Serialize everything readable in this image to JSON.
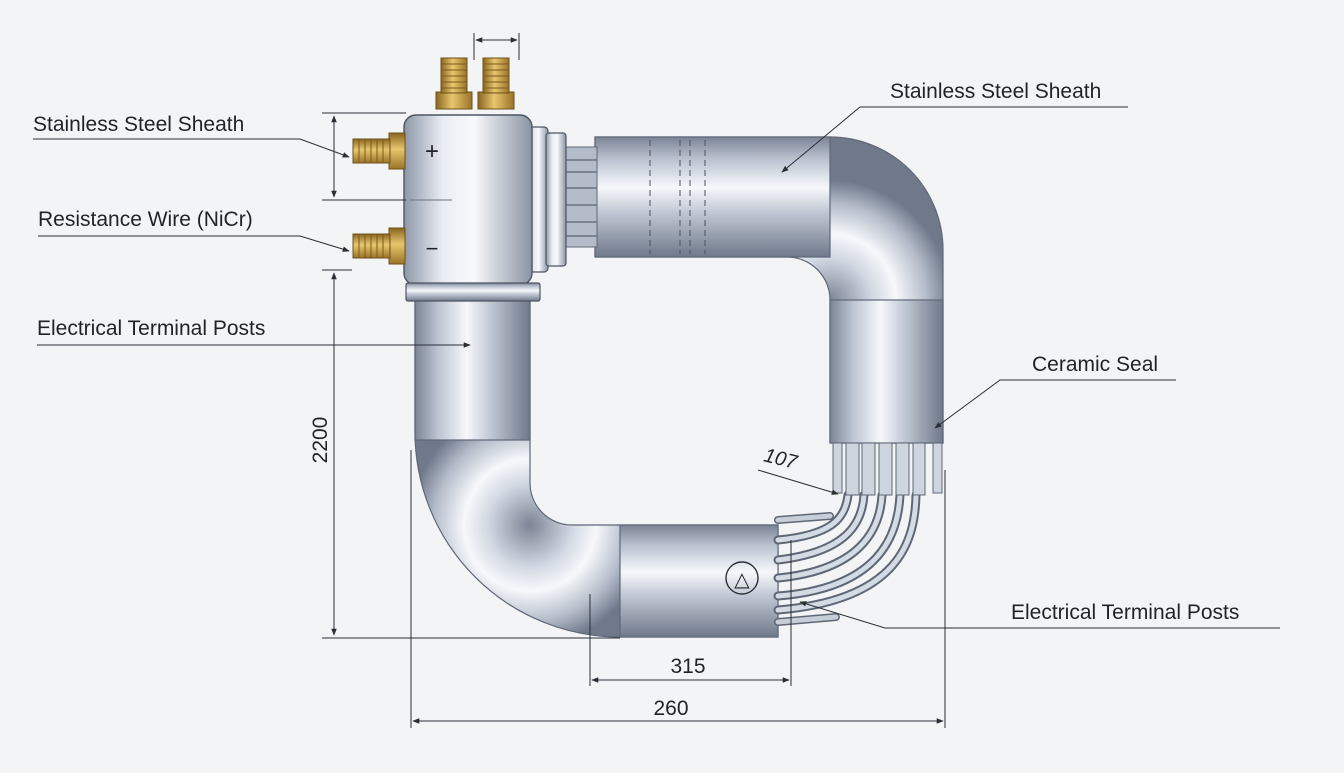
{
  "labels": {
    "sheath_left": "Stainless Steel Sheath",
    "wire": "Resistance Wire (NiCr)",
    "terminal_left": "Electrical Terminal Posts",
    "sheath_right": "Stainless Steel Sheath",
    "ceramic": "Ceramic Seal",
    "terminal_right": "Electrical Terminal Posts"
  },
  "dimensions": {
    "height": "2200",
    "angle": "107",
    "inner": "315",
    "overall": "260"
  },
  "symbols": {
    "plus": "+",
    "minus": "−",
    "triangle": "△"
  },
  "colors": {
    "background": "#f3f4f6",
    "steel_light": "#f4f6fa",
    "steel_mid": "#b3bccb",
    "steel_dark": "#6c7687",
    "brass": "#c79a3d",
    "line": "#2a2f36"
  }
}
